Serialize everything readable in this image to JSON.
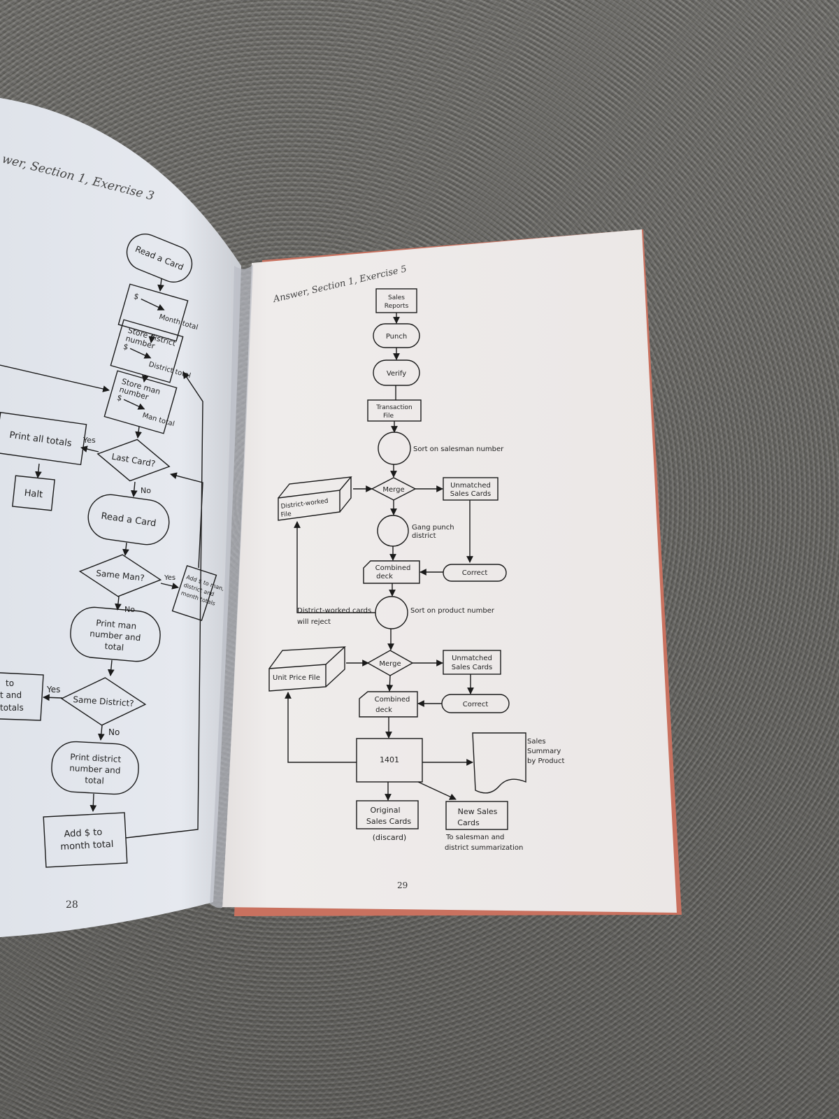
{
  "left_page": {
    "heading": "wer, Section 1, Exercise 3",
    "page_number": "28",
    "nodes": {
      "read_card_top": "Read a Card",
      "dollar_sign": "$",
      "month_total": "Month total",
      "store_district_line1": "Store district",
      "store_district_line2": "number",
      "store_district_dollar": "$",
      "district_total": "District total",
      "store_man_line1": "Store man",
      "store_man_line2": "number",
      "store_man_dollar": "$",
      "man_total": "Man total",
      "print_all_totals": "Print all totals",
      "last_card": "Last Card?",
      "halt": "Halt",
      "read_card_mid": "Read a Card",
      "same_man": "Same Man?",
      "add_to_man_line1": "Add $ to man,",
      "add_to_man_line2": "district and",
      "add_to_man_line3": "month totals",
      "print_man_line1": "Print man",
      "print_man_line2": "number and",
      "print_man_line3": "total",
      "same_district": "Same District?",
      "cut_box_line1": "to",
      "cut_box_line2": "t and",
      "cut_box_line3": "totals",
      "print_district_line1": "Print district",
      "print_district_line2": "number and",
      "print_district_line3": "total",
      "add_month_line1": "Add $ to",
      "add_month_line2": "month total"
    },
    "labels": {
      "yes_last": "Yes",
      "no_last": "No",
      "yes_same_man": "Yes",
      "no_same_man": "No",
      "yes_same_district": "Yes",
      "no_same_district": "No"
    }
  },
  "right_page": {
    "heading": "Answer, Section 1, Exercise 5",
    "page_number": "29",
    "nodes": {
      "sales_reports_line1": "Sales",
      "sales_reports_line2": "Reports",
      "punch": "Punch",
      "verify": "Verify",
      "transaction_file_line1": "Transaction",
      "transaction_file_line2": "File",
      "sort_salesman": "Sort on salesman number",
      "merge_1": "Merge",
      "unmatched_1_line1": "Unmatched",
      "unmatched_1_line2": "Sales Cards",
      "district_worked_file_line1": "District-worked",
      "district_worked_file_line2": "File",
      "gang_punch_line1": "Gang punch",
      "gang_punch_line2": "district",
      "combined_deck_1_line1": "Combined",
      "combined_deck_1_line2": "deck",
      "correct_1": "Correct",
      "reject_note_line1": "District-worked cards",
      "reject_note_line2": "will reject",
      "sort_product": "Sort on product number",
      "unit_price_file": "Unit Price File",
      "merge_2": "Merge",
      "unmatched_2_line1": "Unmatched",
      "unmatched_2_line2": "Sales Cards",
      "combined_deck_2_line1": "Combined",
      "combined_deck_2_line2": "deck",
      "correct_2": "Correct",
      "computer": "1401",
      "sales_summary_line1": "Sales",
      "sales_summary_line2": "Summary",
      "sales_summary_line3": "by Product",
      "original_cards_line1": "Original",
      "original_cards_line2": "Sales Cards",
      "discard": "(discard)",
      "new_cards_line1": "New Sales",
      "new_cards_line2": "Cards",
      "summarization_line1": "To salesman and",
      "summarization_line2": "district summarization"
    }
  }
}
